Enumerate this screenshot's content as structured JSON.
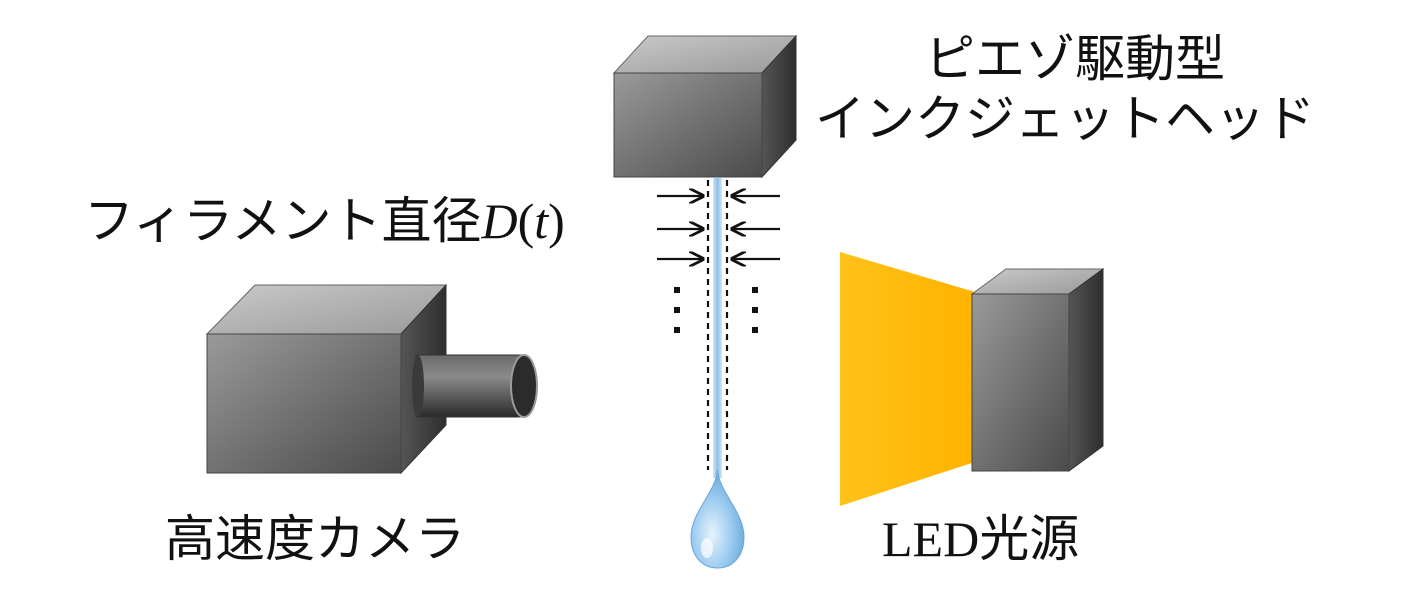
{
  "labels": {
    "head_line1": "ピエゾ駆動型",
    "head_line2": "インクジェットヘッド",
    "filament_prefix": "フィラメント直径",
    "filament_symbol": "D",
    "filament_open": "(",
    "filament_var": "t",
    "filament_close": ")",
    "camera": "高速度カメラ",
    "led_prefix": "LED",
    "led_suffix": "光源"
  },
  "colors": {
    "box_front_light": "#8a8a8a",
    "box_front_dark": "#4a4a4a",
    "box_top": "#b8b8b8",
    "box_side": "#3a3a3a",
    "light_beam": "#ffba00",
    "jet": "#a9d1f2",
    "droplet": "#8cc4ec"
  }
}
